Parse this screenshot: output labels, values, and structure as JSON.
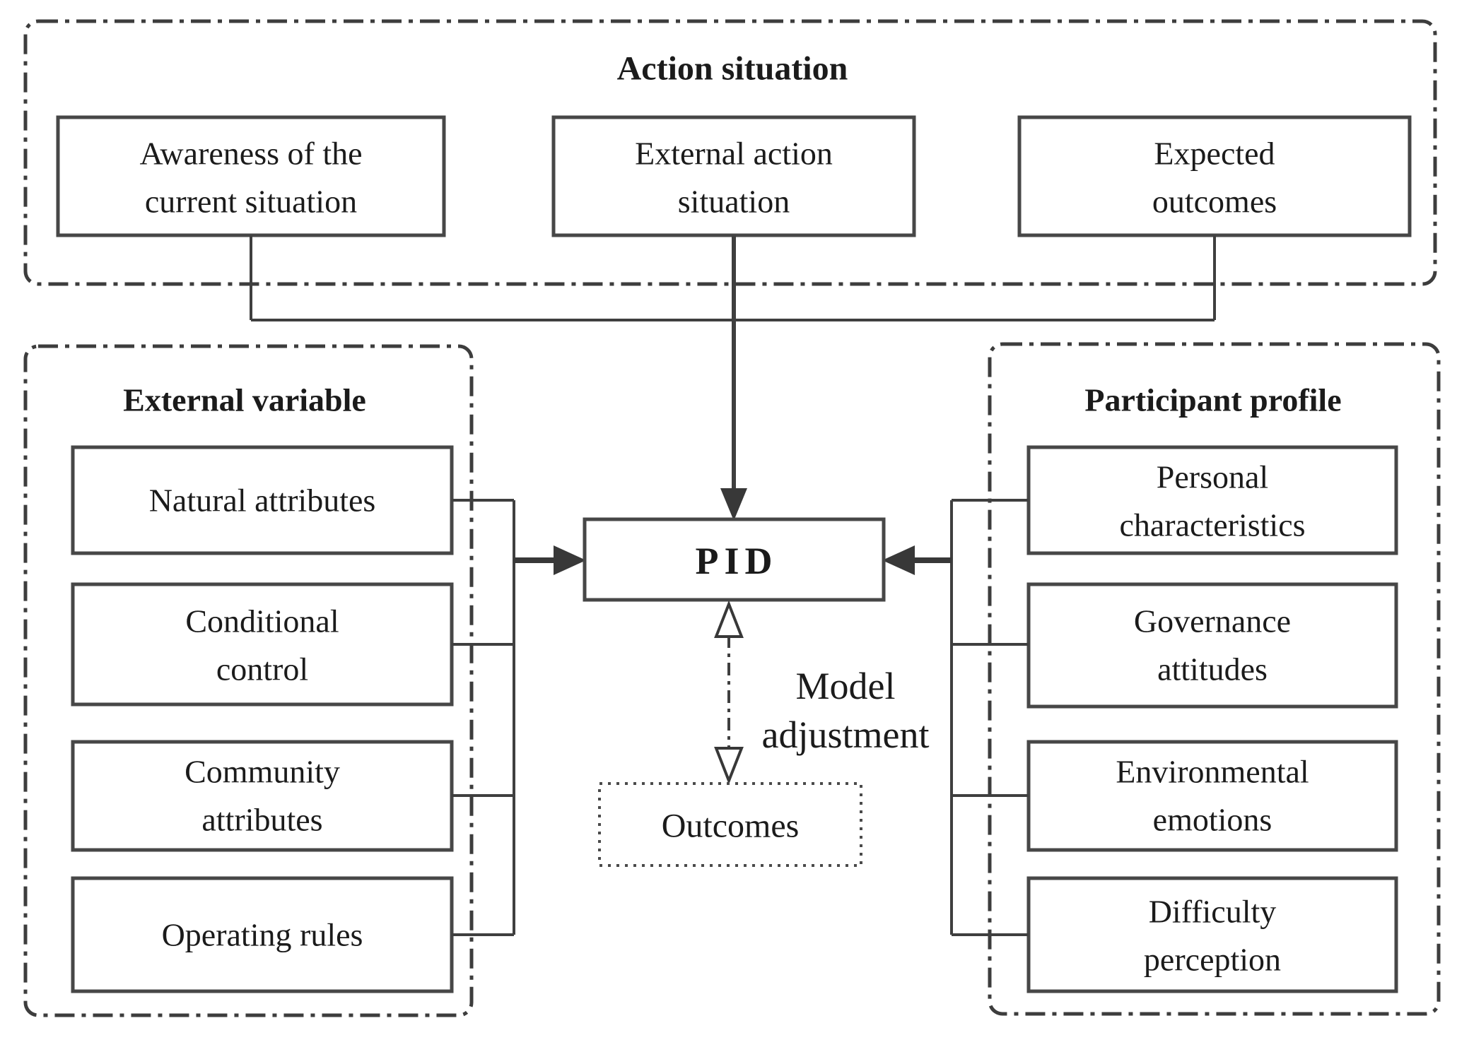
{
  "action_situation": {
    "title": "Action situation",
    "boxes": {
      "awareness": {
        "lines": [
          "Awareness of the",
          "current situation"
        ]
      },
      "external_action": {
        "lines": [
          "External action",
          "situation"
        ]
      },
      "expected_outcomes": {
        "lines": [
          "Expected",
          "outcomes"
        ]
      }
    }
  },
  "external_variable": {
    "title": "External variable",
    "boxes": {
      "natural_attributes": {
        "lines": [
          "Natural attributes"
        ]
      },
      "conditional_control": {
        "lines": [
          "Conditional",
          "control"
        ]
      },
      "community_attributes": {
        "lines": [
          "Community",
          "attributes"
        ]
      },
      "operating_rules": {
        "lines": [
          "Operating rules"
        ]
      }
    }
  },
  "participant_profile": {
    "title": "Participant profile",
    "boxes": {
      "personal_characteristics": {
        "lines": [
          "Personal",
          "characteristics"
        ]
      },
      "governance_attitudes": {
        "lines": [
          "Governance",
          "attitudes"
        ]
      },
      "environmental_emotions": {
        "lines": [
          "Environmental",
          "emotions"
        ]
      },
      "difficulty_perception": {
        "lines": [
          "Difficulty",
          "perception"
        ]
      }
    }
  },
  "center": {
    "pid_label": "PID",
    "outcomes_label": "Outcomes",
    "model_adjustment": {
      "lines": [
        "Model",
        "adjustment"
      ]
    }
  },
  "colors": {
    "background": "#ffffff",
    "line": "#3f3f3f",
    "box_border": "#474747",
    "text": "#1b1b1b"
  }
}
